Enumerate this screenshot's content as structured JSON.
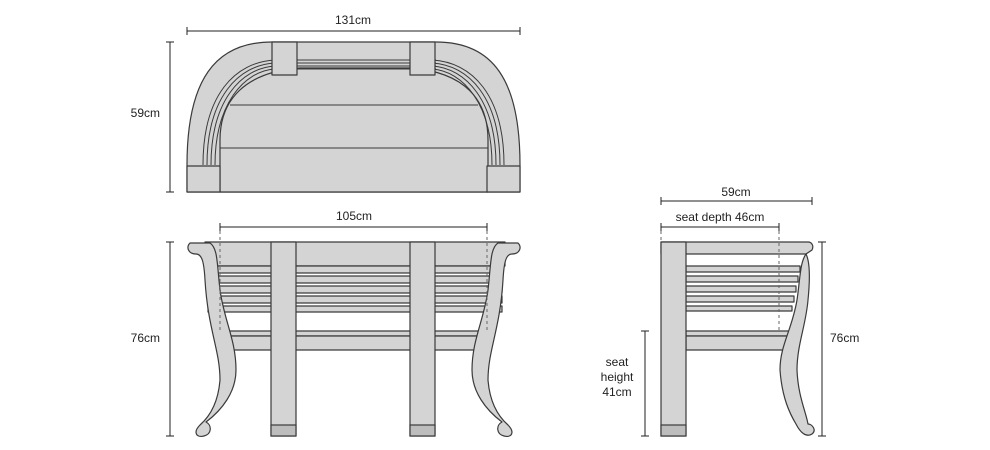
{
  "dimensions": {
    "top_width": "131cm",
    "top_depth": "59cm",
    "front_inner_width": "105cm",
    "front_height": "76cm",
    "side_depth": "59cm",
    "seat_depth": "seat depth 46cm",
    "side_height": "76cm",
    "seat_height_line1": "seat",
    "seat_height_line2": "height",
    "seat_height_line3": "41cm"
  },
  "colors": {
    "wood_fill": "#d4d4d4",
    "outline": "#3a3a3a",
    "dimension_line": "#222222"
  }
}
